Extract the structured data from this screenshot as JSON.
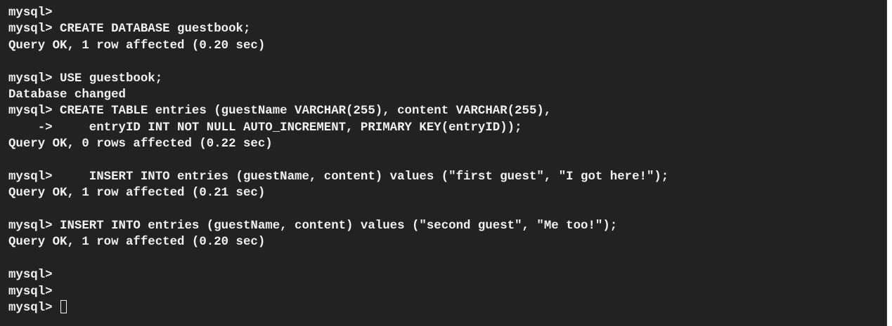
{
  "terminal": {
    "lines": [
      "mysql>",
      "mysql> CREATE DATABASE guestbook;",
      "Query OK, 1 row affected (0.20 sec)",
      "",
      "mysql> USE guestbook;",
      "Database changed",
      "mysql> CREATE TABLE entries (guestName VARCHAR(255), content VARCHAR(255),",
      "    ->     entryID INT NOT NULL AUTO_INCREMENT, PRIMARY KEY(entryID));",
      "Query OK, 0 rows affected (0.22 sec)",
      "",
      "mysql>     INSERT INTO entries (guestName, content) values (\"first guest\", \"I got here!\");",
      "Query OK, 1 row affected (0.21 sec)",
      "",
      "mysql> INSERT INTO entries (guestName, content) values (\"second guest\", \"Me too!\");",
      "Query OK, 1 row affected (0.20 sec)",
      "",
      "mysql>",
      "mysql>",
      "mysql> "
    ]
  }
}
